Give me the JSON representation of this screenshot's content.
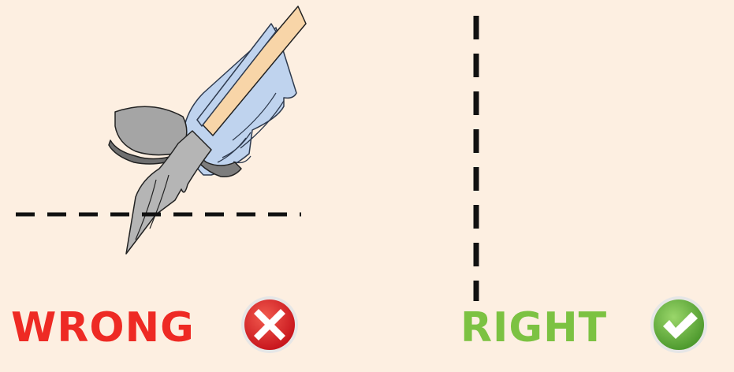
{
  "panels": {
    "wrong": {
      "label": "WRONG",
      "label_color": "#EE2A24",
      "badge_icon": "x-icon",
      "badge_color": "#D71F24",
      "guide_line": "horizontal-dashed"
    },
    "right": {
      "label": "RIGHT",
      "label_color": "#7CC242",
      "badge_icon": "checkmark-icon",
      "badge_color": "#5CA83A",
      "guide_line": "vertical-dashed"
    }
  },
  "colors": {
    "background": "#FDEFE1",
    "blade": "#B5B5B5",
    "stone": "#A5A5A5",
    "cloth": "#BFD3EE",
    "stick": "#F8D5A8",
    "dash": "#111111"
  }
}
